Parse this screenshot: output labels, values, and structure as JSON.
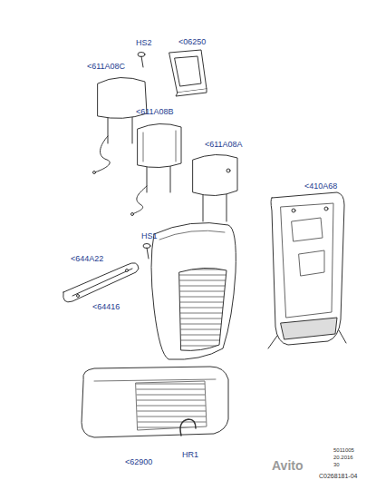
{
  "diagram": {
    "labels": [
      "HS2",
      "<06250",
      "<611A08C",
      "<611A08B",
      "<611A08A",
      "<410A68",
      "HS1",
      "<644A22",
      "<64416",
      "<62900",
      "HR1",
      "Avito",
      "5011005",
      "20.2016",
      "30",
      "C0268181-04"
    ]
  }
}
